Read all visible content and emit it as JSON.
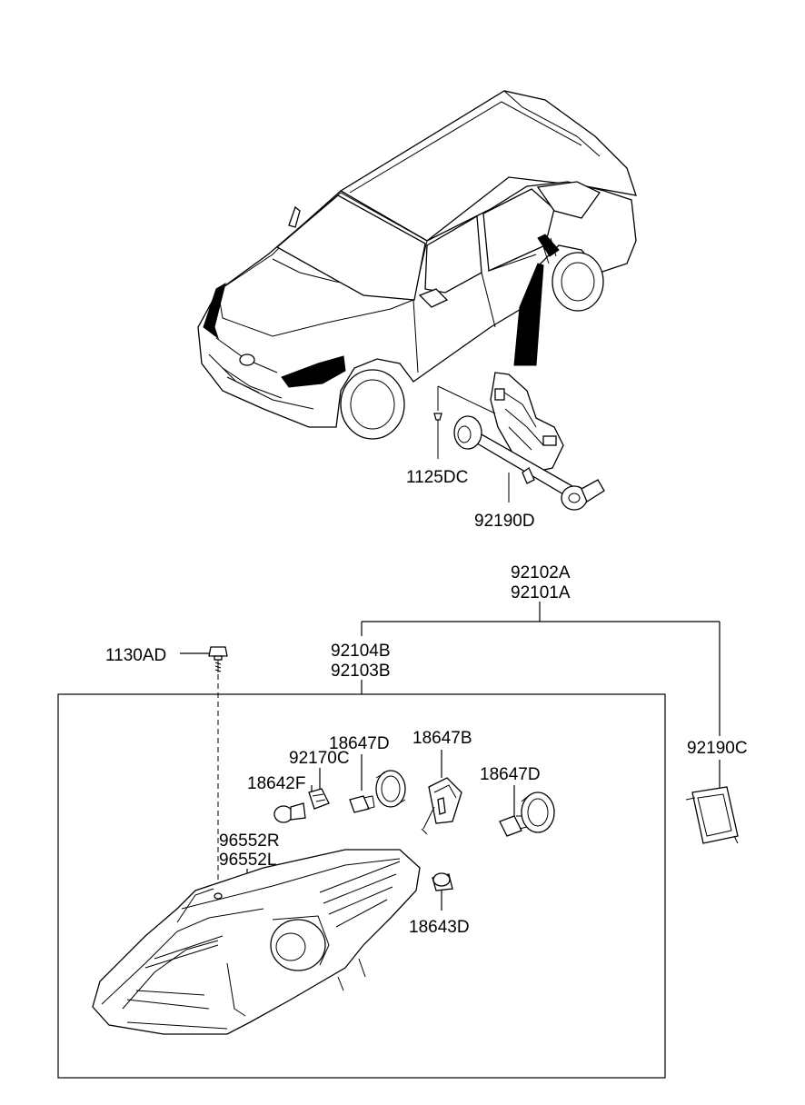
{
  "labels": {
    "screw_top": "1125DC",
    "leveling_actuator": "92190D",
    "headlamp_assy_1": "92102A",
    "headlamp_assy_2": "92101A",
    "bolt": "1130AD",
    "housing_1": "92104B",
    "housing_2": "92103B",
    "cap_a": "18647D",
    "socket": "92170C",
    "bulb_side": "18642F",
    "hid_bulb": "18647B",
    "cap_b": "18647D",
    "connector": "96552R",
    "connector_2": "96552L",
    "bulb_small": "18643D",
    "bracket": "92190C"
  }
}
